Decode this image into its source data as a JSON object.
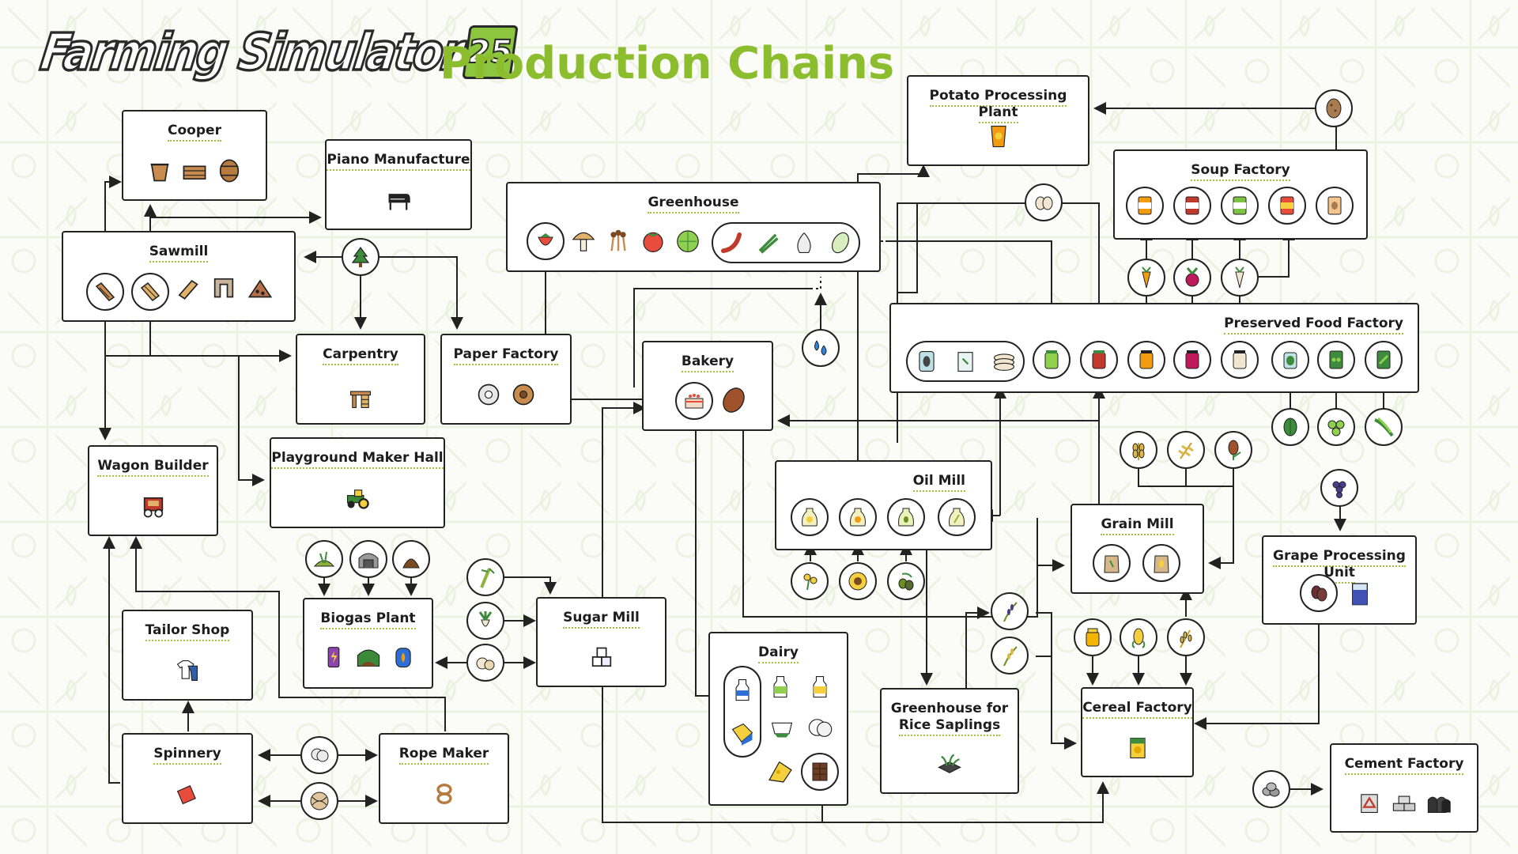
{
  "header": {
    "logo_text": "Farming Simulator",
    "logo_number": "25",
    "title": "Production Chains"
  },
  "boxes": {
    "cooper": "Cooper",
    "piano": "Piano Manufacture",
    "sawmill": "Sawmill",
    "carpentry": "Carpentry",
    "paper": "Paper Factory",
    "wagon": "Wagon Builder",
    "playground": "Playground Maker Hall",
    "biogas": "Biogas Plant",
    "sugar": "Sugar Mill",
    "tailor": "Tailor Shop",
    "spinnery": "Spinnery",
    "rope": "Rope Maker",
    "greenhouse": "Greenhouse",
    "bakery": "Bakery",
    "dairy": "Dairy",
    "potato": "Potato Processing Plant",
    "soup": "Soup Factory",
    "preserved": "Preserved Food Factory",
    "oil": "Oil Mill",
    "grain": "Grain Mill",
    "grape": "Grape Processing Unit",
    "rice_line1": "Greenhouse for",
    "rice_line2": "Rice Saplings",
    "cereal": "Cereal Factory",
    "cement": "Cement Factory"
  },
  "icons": {
    "cooper": [
      "bucket-icon",
      "tub-icon",
      "barrel-icon"
    ],
    "piano": [
      "piano-icon"
    ],
    "sawmill": [
      "planks-icon",
      "boards-icon",
      "beam-icon",
      "frame-icon",
      "woodchips-icon"
    ],
    "carpentry": [
      "furniture-icon"
    ],
    "paper": [
      "paper-roll-icon",
      "cardboard-roll-icon"
    ],
    "wagon": [
      "wagon-icon"
    ],
    "playground": [
      "toy-tractor-icon"
    ],
    "biogas": [
      "battery-icon",
      "digestate-icon",
      "gas-tank-icon"
    ],
    "sugar": [
      "sugar-cubes-icon"
    ],
    "tailor": [
      "clothes-icon"
    ],
    "spinnery": [
      "fabric-icon"
    ],
    "rope": [
      "rope-icon"
    ],
    "bakery": [
      "cake-icon",
      "bread-icon"
    ],
    "potato": [
      "chips-bag-icon"
    ],
    "rice": [
      "rice-sapling-tray-icon"
    ],
    "cereal": [
      "cereal-box-icon"
    ],
    "cement": [
      "cement-bag-icon",
      "cement-bricks-icon",
      "roof-tiles-icon"
    ],
    "grape": [
      "raisins-icon",
      "grape-juice-icon"
    ]
  },
  "colors": {
    "accent": "#8cbd2f",
    "line": "#222222",
    "box_border": "#222222",
    "background": "#fbfcf7"
  }
}
